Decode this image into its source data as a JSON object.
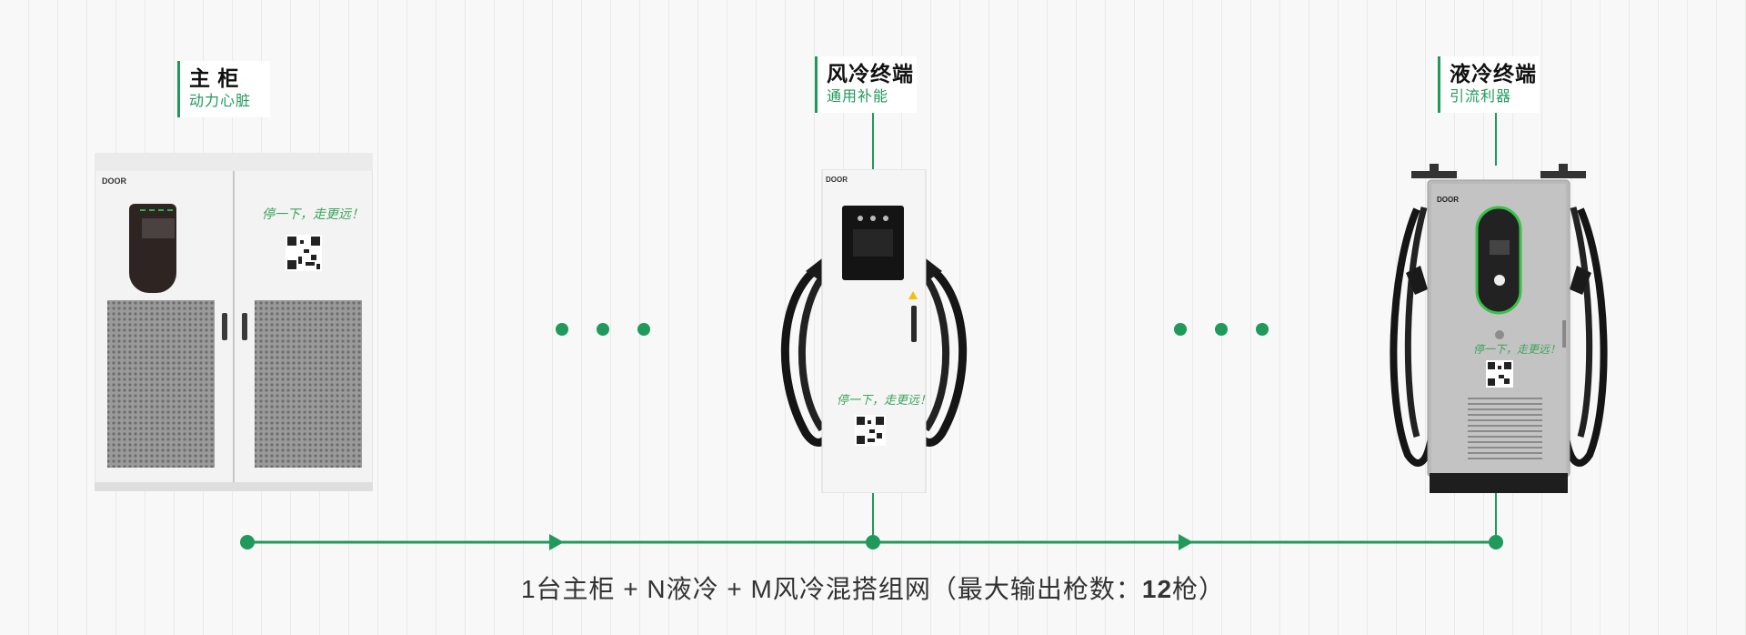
{
  "colors": {
    "accent": "#1f9a5a",
    "background": "#f7f8f7",
    "cabinet": "#f3f3f3",
    "terminal_gray": "#b9b9b9"
  },
  "main_cabinet": {
    "title": "主 柜",
    "subtitle": "动力心脏",
    "brand": "DOOR",
    "slogan": "停一下，走更远！"
  },
  "air_terminal": {
    "title": "风冷终端",
    "subtitle": "通用补能",
    "brand": "DOOR",
    "slogan": "停一下，走更远！"
  },
  "liquid_terminal": {
    "title": "液冷终端",
    "subtitle": "引流利器",
    "brand": "DOOR",
    "slogan": "停一下，走更远！"
  },
  "caption": {
    "text": "1台主柜 + N液冷 + M风冷混搭组网（最大输出枪数：",
    "bold": "12",
    "suffix": "枪）"
  },
  "icons": {
    "ellipsis_1": "ellipsis-dots-icon",
    "ellipsis_2": "ellipsis-dots-icon",
    "arrow": "arrow-right-icon"
  }
}
